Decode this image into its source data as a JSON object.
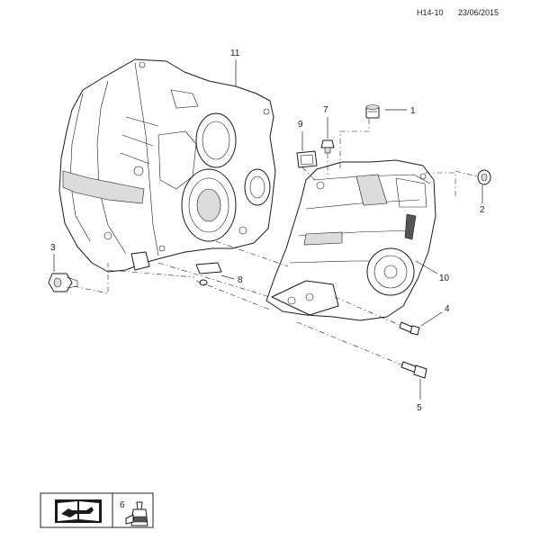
{
  "header": {
    "code": "H14-10",
    "date": "23/06/2015"
  },
  "callouts": [
    {
      "id": "c1",
      "label": "1"
    },
    {
      "id": "c2",
      "label": "2"
    },
    {
      "id": "c3",
      "label": "3"
    },
    {
      "id": "c4",
      "label": "4"
    },
    {
      "id": "c5",
      "label": "5"
    },
    {
      "id": "c7",
      "label": "7"
    },
    {
      "id": "c8",
      "label": "8"
    },
    {
      "id": "c9",
      "label": "9"
    },
    {
      "id": "c10",
      "label": "10"
    },
    {
      "id": "c11",
      "label": "11"
    }
  ],
  "legend": {
    "item_label": "6",
    "icons": [
      "repair-manual-icon",
      "sealant-tube-icon"
    ]
  }
}
